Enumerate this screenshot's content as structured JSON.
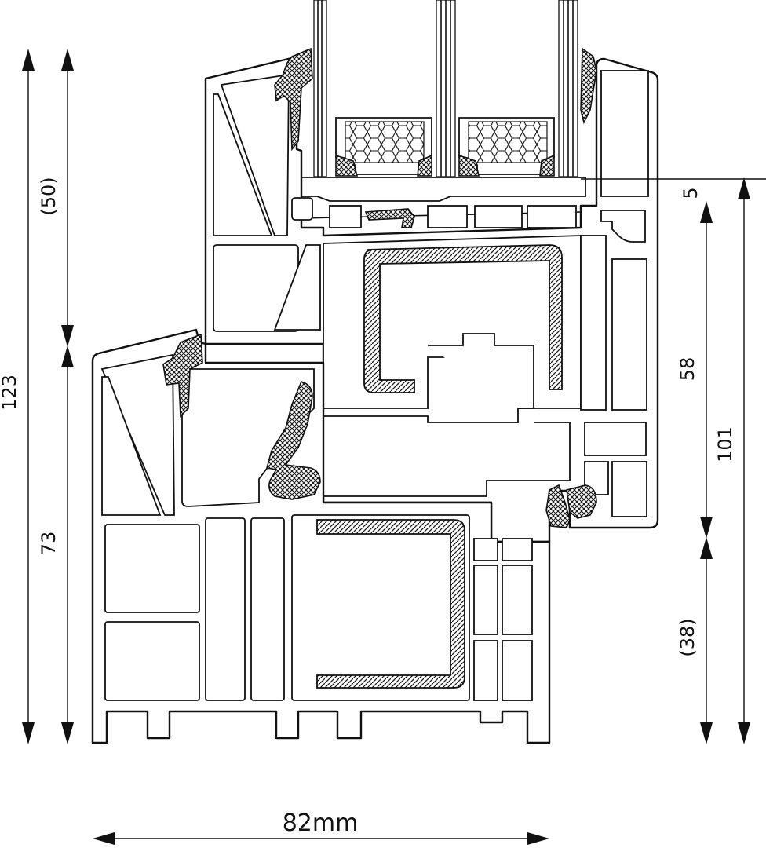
{
  "dimensions": {
    "overall_height": "123",
    "sash_height": "(50)",
    "frame_height": "73",
    "rebate_gap": "5",
    "sash_total": "101",
    "sash_visible": "58",
    "frame_lower": "(38)",
    "width": "82mm"
  },
  "colors": {
    "line": "#111111",
    "background": "#ffffff"
  }
}
